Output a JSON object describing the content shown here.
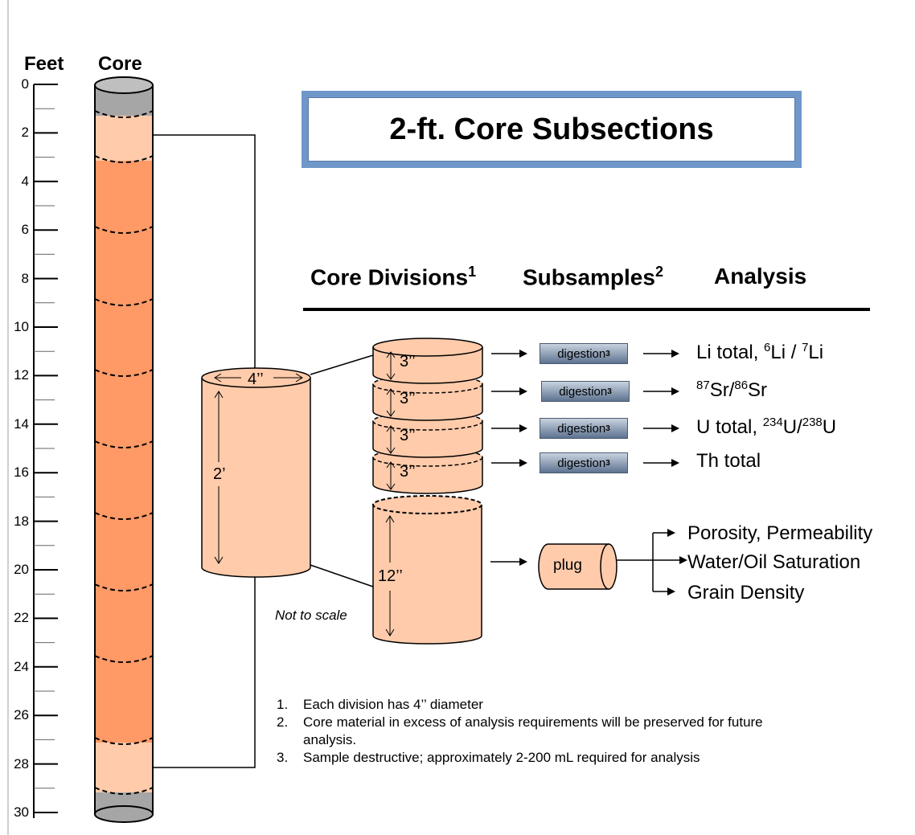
{
  "headers": {
    "feet": "Feet",
    "core": "Core"
  },
  "ticks": [
    "0",
    "2",
    "4",
    "6",
    "8",
    "10",
    "12",
    "14",
    "16",
    "18",
    "20",
    "22",
    "24",
    "26",
    "28",
    "30"
  ],
  "title": "2-ft. Core Subsections",
  "columns": {
    "divisions": "Core Divisions",
    "divisions_sup": "1",
    "subsamples": "Subsamples",
    "subsamples_sup": "2",
    "analysis": "Analysis"
  },
  "cylinder": {
    "diameter": "4’’",
    "length": "2’"
  },
  "discs": [
    "3’’",
    "3’’",
    "3’’",
    "3’’"
  ],
  "plug_section": "12’’",
  "not_to_scale": "Not to scale",
  "digestion": {
    "label": "digestion",
    "sup": "3"
  },
  "results": [
    {
      "parts": [
        "Li total, ",
        "6",
        "Li / ",
        "7",
        "Li"
      ]
    },
    {
      "parts": [
        "",
        "87",
        "Sr/",
        "86",
        "Sr"
      ]
    },
    {
      "parts": [
        "U total, ",
        "234",
        "U/",
        "238",
        "U"
      ]
    },
    {
      "parts": [
        "Th total"
      ]
    }
  ],
  "plug": "plug",
  "plug_results": [
    "Porosity, Permeability",
    "Water/Oil Saturation",
    "Grain Density"
  ],
  "notes": [
    {
      "num": "1.",
      "text": "Each division has 4’’ diameter"
    },
    {
      "num": "2.",
      "text": "Core material in excess of analysis requirements will be preserved for future"
    },
    {
      "num": "",
      "text": "analysis."
    },
    {
      "num": "3.",
      "text": "Sample destructive; approximately 2-200 mL required for analysis"
    }
  ],
  "colors": {
    "core_dark": "#ff9966",
    "core_light": "#ffcbab",
    "core_cap": "#a6a6a6",
    "title_border": "#6f97c9"
  }
}
